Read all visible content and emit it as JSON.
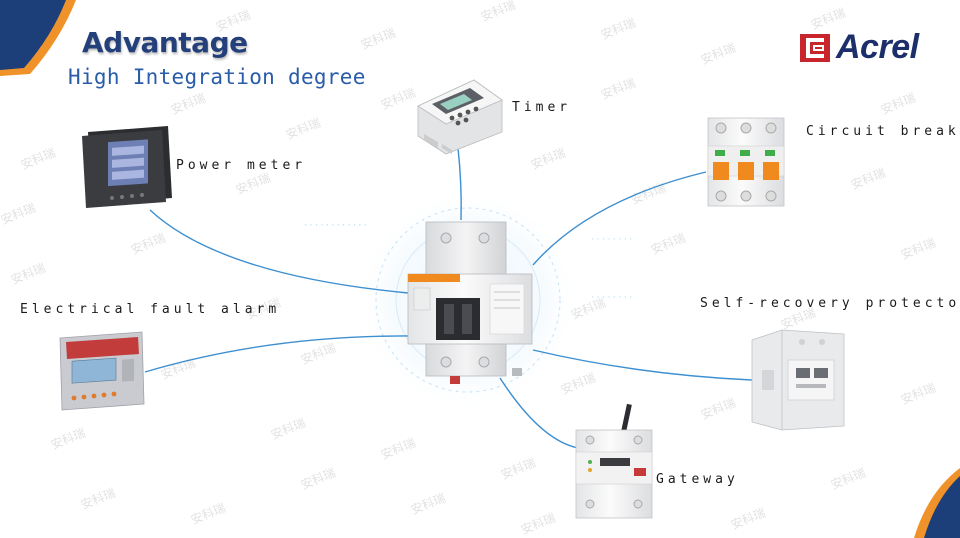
{
  "slide": {
    "title": "Advantage",
    "subtitle": "High Integration degree",
    "brand_name": "Acrel",
    "watermark": "安科瑞"
  },
  "devices": {
    "timer": "Timer",
    "power_meter": "Power meter",
    "circuit_breaker": "Circuit breaker",
    "fault_alarm": "Electrical fault alarm",
    "self_recovery": "Self-recovery protector",
    "gateway": "Gateway"
  },
  "colors": {
    "title": "#24407a",
    "subtitle": "#2a5ca8",
    "brand_red": "#c8262c",
    "brand_navy": "#1d2f6b",
    "corner_navy": "#1c3f7a",
    "corner_orange": "#f0922a",
    "connector": "#3d8fd0"
  }
}
